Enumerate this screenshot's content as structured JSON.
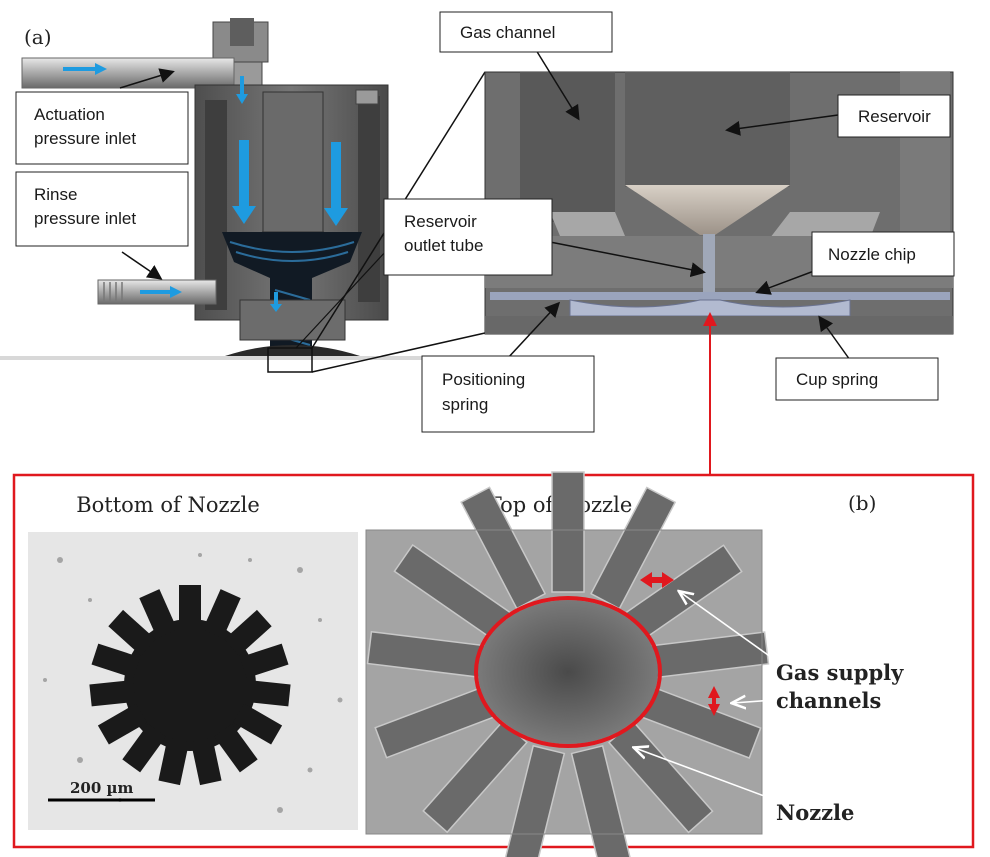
{
  "panel_a": {
    "tag": "(a)",
    "labels": {
      "actuation_1": "Actuation",
      "actuation_2": "pressure inlet",
      "rinse_1": "Rinse",
      "rinse_2": "pressure inlet",
      "gas_channel": "Gas channel",
      "reservoir": "Reservoir",
      "reservoir_outlet_1": "Reservoir",
      "reservoir_outlet_2": "outlet tube",
      "nozzle_chip": "Nozzle chip",
      "positioning_1": "Positioning",
      "positioning_2": "spring",
      "cup_spring": "Cup spring"
    }
  },
  "panel_b": {
    "tag": "(b)",
    "bottom_title": "Bottom of Nozzle",
    "top_title": "Top of Nozzle",
    "scale_bar": "200 µm",
    "gas_supply_1": "Gas supply",
    "gas_supply_2": "channels",
    "nozzle": "Nozzle"
  },
  "colors": {
    "flow_arrow": "#1e9be0",
    "highlight": "#e0181e",
    "metal_dark": "#5a5a5a",
    "metal_mid": "#7d7d7d"
  }
}
